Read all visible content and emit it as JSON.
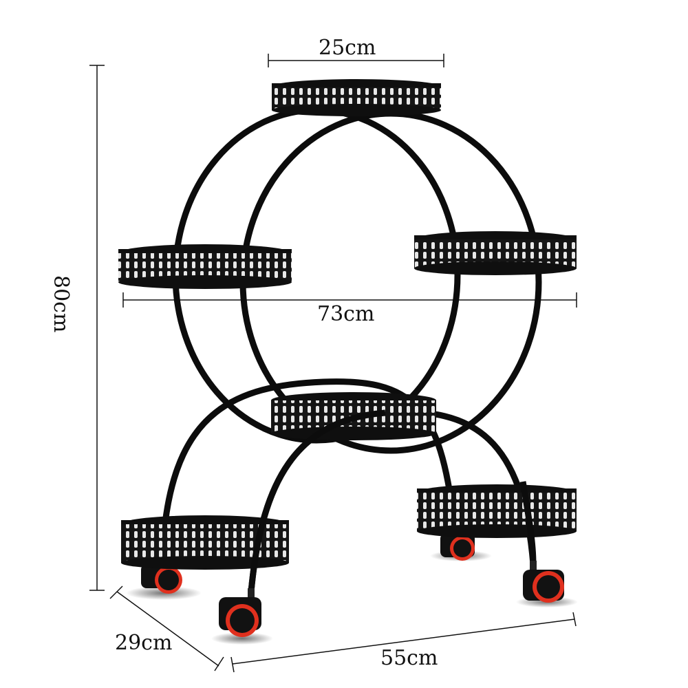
{
  "product": {
    "name": "6-tier round metal plant stand with casters",
    "frame_color": "#111111",
    "wheel_accent_color": "#e0301e",
    "basket_count": 6,
    "wheel_count": 4
  },
  "dimensions": {
    "top_width": "25cm",
    "span_width": "73cm",
    "height": "80cm",
    "depth": "29cm",
    "base_width": "55cm"
  }
}
